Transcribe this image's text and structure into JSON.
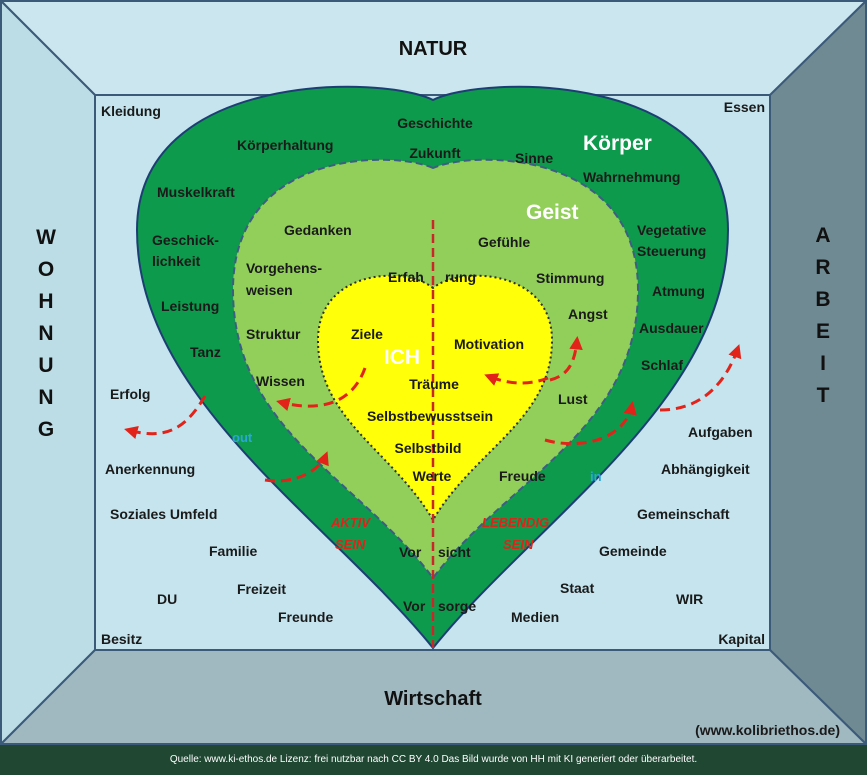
{
  "frame": {
    "top": "NATUR",
    "bottom": "Wirtschaft",
    "left": [
      "W",
      "O",
      "H",
      "N",
      "U",
      "N",
      "G"
    ],
    "right": [
      "A",
      "R",
      "B",
      "E",
      "I",
      "T"
    ],
    "website": "(www.kolibriethos.de)"
  },
  "corners": {
    "top_left": "Kleidung",
    "top_right": "Essen",
    "bottom_left": "Besitz",
    "bottom_right": "Kapital"
  },
  "layers": {
    "koerper": "Körper",
    "geist": "Geist",
    "ich": "ICH"
  },
  "outer_left": {
    "erfolg": "Erfolg",
    "anerkennung": "Anerkennung",
    "soziales_umfeld": "Soziales Umfeld",
    "familie": "Familie",
    "du": "DU",
    "freizeit": "Freizeit",
    "freunde": "Freunde"
  },
  "outer_right": {
    "aufgaben": "Aufgaben",
    "abhaengigkeit": "Abhängigkeit",
    "gemeinschaft": "Gemeinschaft",
    "gemeinde": "Gemeinde",
    "staat": "Staat",
    "wir": "WIR",
    "medien": "Medien"
  },
  "koerper_items": {
    "koerperhaltung": "Körperhaltung",
    "muskelkraft": "Muskelkraft",
    "geschick_1": "Geschick-",
    "geschick_2": "lichkeit",
    "leistung": "Leistung",
    "tanz": "Tanz",
    "sinne": "Sinne",
    "wahrnehmung": "Wahrnehmung",
    "vegetative_1": "Vegetative",
    "vegetative_2": "Steuerung",
    "atmung": "Atmung",
    "ausdauer": "Ausdauer",
    "schlaf": "Schlaf"
  },
  "center_top": {
    "geschichte": "Geschichte",
    "zukunft": "Zukunft"
  },
  "geist_items": {
    "gedanken": "Gedanken",
    "vorgehens_1": "Vorgehens-",
    "vorgehens_2": "weisen",
    "struktur": "Struktur",
    "wissen": "Wissen",
    "gefuehle": "Gefühle",
    "stimmung": "Stimmung",
    "angst": "Angst",
    "lust": "Lust",
    "freude": "Freude",
    "erfah": "Erfah",
    "rung": "rung"
  },
  "ich_items": {
    "ziele": "Ziele",
    "motivation": "Motivation",
    "traeume": "Träume",
    "selbstbewusstsein": "Selbstbewusstsein",
    "selbstbild": "Selbstbild",
    "werte": "Werte"
  },
  "flows": {
    "out": "out",
    "in": "in",
    "aktiv_1": "AKTIV",
    "aktiv_2": "SEIN",
    "lebendig_1": "LEBENDIG",
    "lebendig_2": "SEIN"
  },
  "split_words": {
    "vor_1": "Vor",
    "sicht": "sicht",
    "vor_2": "Vor",
    "sorge": "sorge"
  },
  "footer": "Quelle: www.ki-ethos.de Lizenz: frei nutzbar nach CC BY 4.0 Das Bild wurde von HH mit KI generiert oder überarbeitet.",
  "colors": {
    "outer_green": "#0e9a4c",
    "middle_green": "#92cf5a",
    "inner_yellow": "#ffff0a",
    "frame_side": "#b9dbe3",
    "frame_dark": "#6f8a93",
    "panel": "#c5e4ee",
    "arrow_red": "#e2231a"
  }
}
